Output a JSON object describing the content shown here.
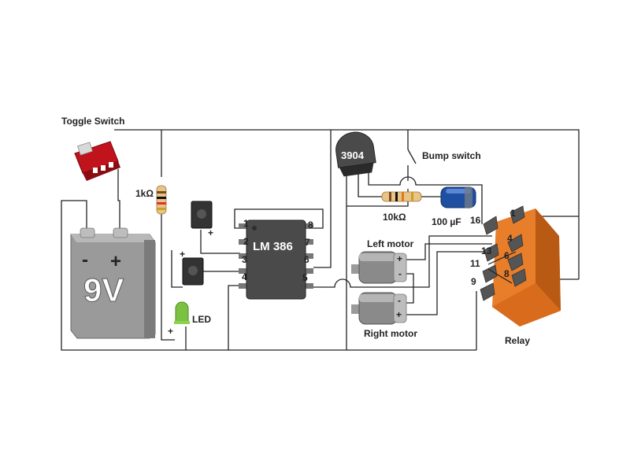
{
  "labels": {
    "toggle_switch": "Toggle Switch",
    "resistor_1k": "1kΩ",
    "led": "LED",
    "battery": "9V",
    "battery_minus": "-",
    "battery_plus": "+",
    "ic": "LM 386",
    "transistor": "3904",
    "bump_switch": "Bump switch",
    "resistor_10k": "10kΩ",
    "capacitor": "100 µF",
    "left_motor": "Left motor",
    "right_motor": "Right motor",
    "relay": "Relay",
    "plus": "+",
    "minus": "-"
  },
  "ic_pins": [
    "1",
    "2",
    "3",
    "4",
    "8",
    "7",
    "6",
    "5"
  ],
  "relay_pins": [
    "1",
    "16",
    "4",
    "13",
    "6",
    "11",
    "8",
    "9"
  ],
  "colors": {
    "toggle_switch": "#c0131b",
    "relay": "#e87d2a",
    "led": "#7cc242",
    "capacitor": "#1f4fa0",
    "battery": "#9a9a9a",
    "ic": "#4a4a4a"
  }
}
